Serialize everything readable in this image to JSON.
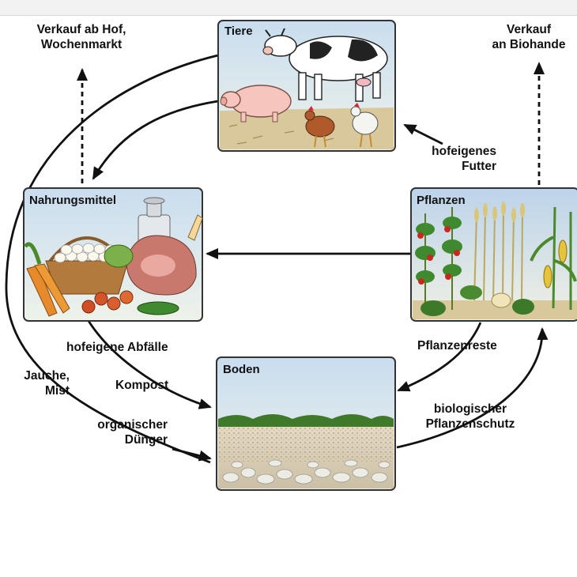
{
  "boxes": {
    "tiere": "Tiere",
    "nahrungsmittel": "Nahrungsmittel",
    "pflanzen": "Pflanzen",
    "boden": "Boden"
  },
  "labels": {
    "verkauf_hof_1": "Verkauf ab Hof,",
    "verkauf_hof_2": "Wochenmarkt",
    "verkauf_bio_1": "Verkauf",
    "verkauf_bio_2": "an Biohande",
    "futter_1": "hofeigenes",
    "futter_2": "Futter",
    "abfaelle": "hofeigene Abfälle",
    "jauche_1": "Jauche,",
    "jauche_2": "Mist",
    "kompost": "Kompost",
    "duenger_1": "organischer",
    "duenger_2": "Dünger",
    "pflanzenreste": "Pflanzenreste",
    "schutz_1": "biologischer",
    "schutz_2": "Pflanzenschutz"
  }
}
